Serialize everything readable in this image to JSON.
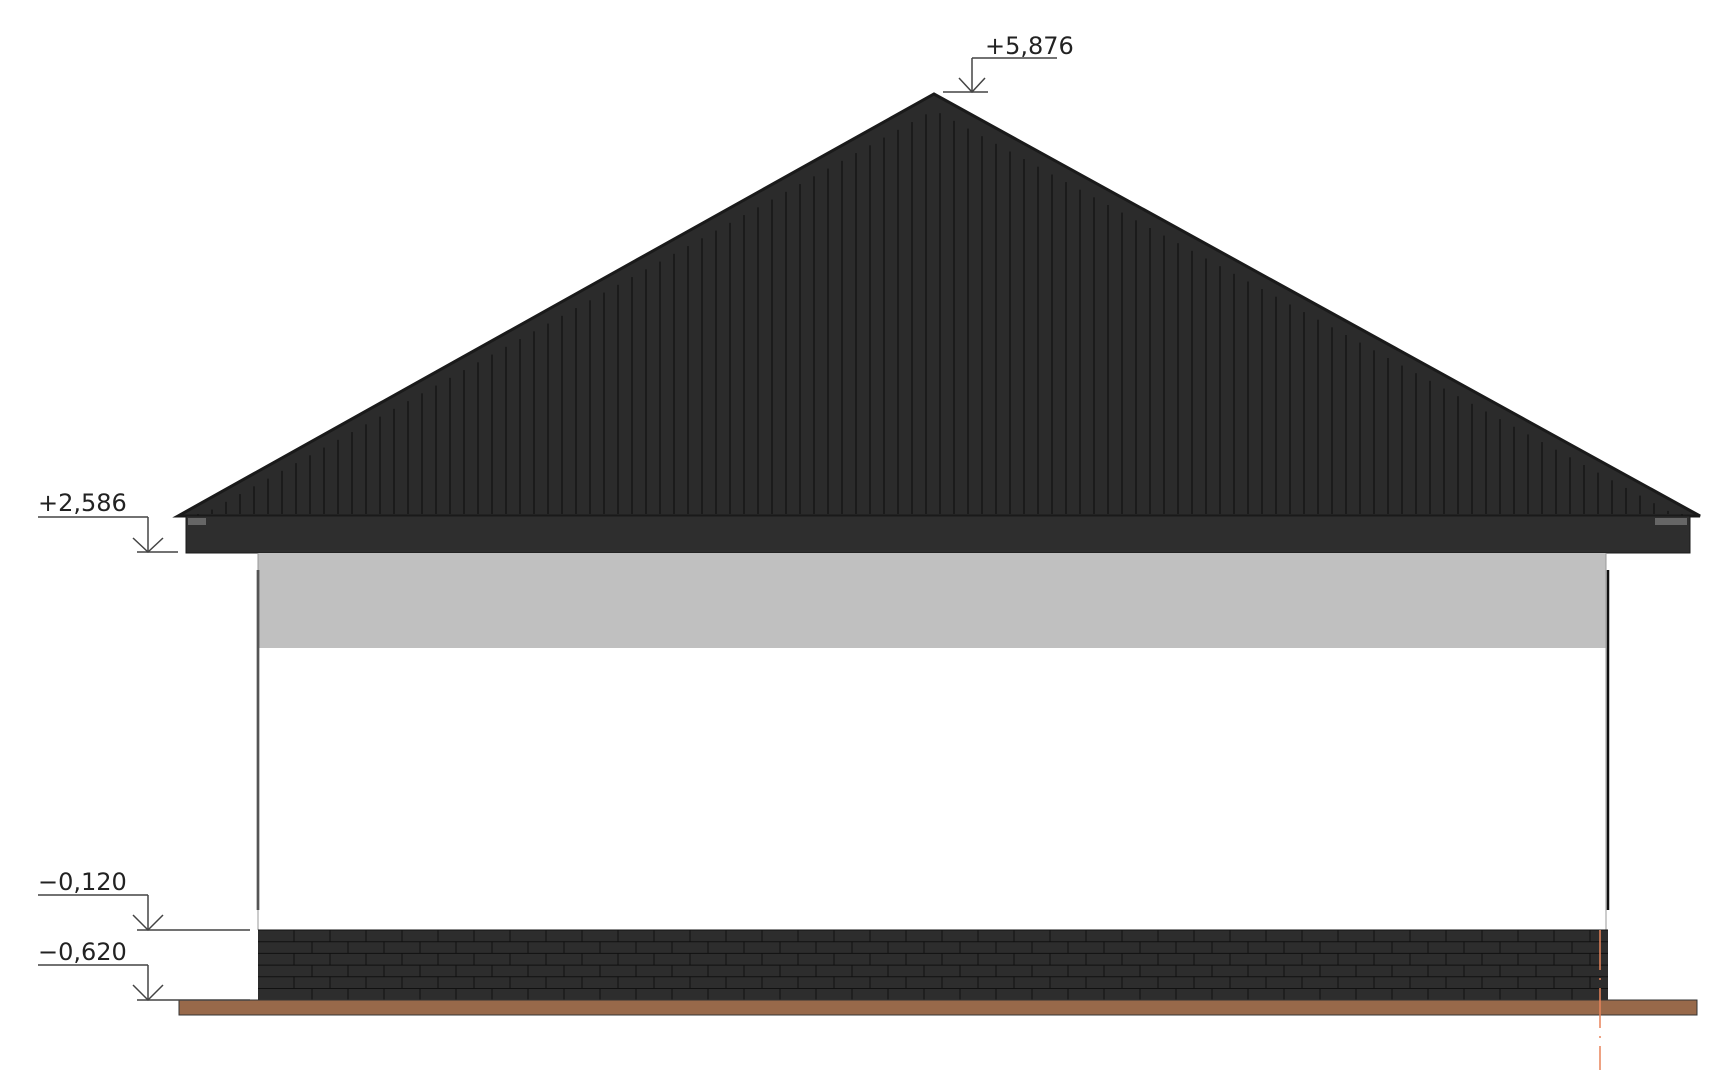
{
  "drawing": {
    "type": "building-elevation",
    "levels": {
      "ridge": "+5,876",
      "eave": "+2,586",
      "floor": "−0,120",
      "ground": "−0,620"
    },
    "colors": {
      "roof": "#2b2b2b",
      "fascia": "#2e2e2e",
      "frieze": "#c0c0c0",
      "wall": "#ffffff",
      "plinth": "#2d2d2d",
      "ground": "#98694a",
      "axis": "#e8845a"
    }
  }
}
